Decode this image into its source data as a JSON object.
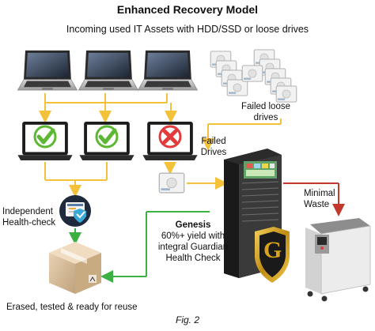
{
  "title": "Enhanced Recovery Model",
  "subtitle": "Incoming used IT Assets with HDD/SSD or loose drives",
  "labels": {
    "failed_loose": [
      "Failed loose",
      "drives"
    ],
    "failed_drives": [
      "Failed",
      "Drives"
    ],
    "minimal_waste": [
      "Minimal",
      "Waste"
    ],
    "health_check": [
      "Independent",
      "Health-check"
    ],
    "genesis_title": "Genesis",
    "genesis_desc": [
      "60%+ yield with",
      "integral Guardian",
      "Health Check"
    ],
    "output": "Erased, tested & ready for reuse",
    "fig": "Fig. 2",
    "logo_letter": "G"
  },
  "colors": {
    "arrow_yellow": "#f3c13a",
    "arrow_green": "#3cb043",
    "arrow_red": "#c0392b",
    "check_green": "#5cb832",
    "cross_red": "#e23b3b",
    "shield_gold": "#d9a21b",
    "shield_black": "#1a1a1a"
  },
  "icons": {
    "laptops": [
      "laptop-icon",
      "laptop-icon",
      "laptop-icon"
    ],
    "screen_results": [
      "checkmark-icon",
      "checkmark-icon",
      "cross-icon"
    ],
    "loose_drives": "hard-drive-icon",
    "server_rack": "server-rack-icon",
    "shredder": "shredder-machine-icon",
    "health_check": "shield-check-icon",
    "box": "cardboard-box-icon",
    "logo": "guardian-shield-logo"
  }
}
